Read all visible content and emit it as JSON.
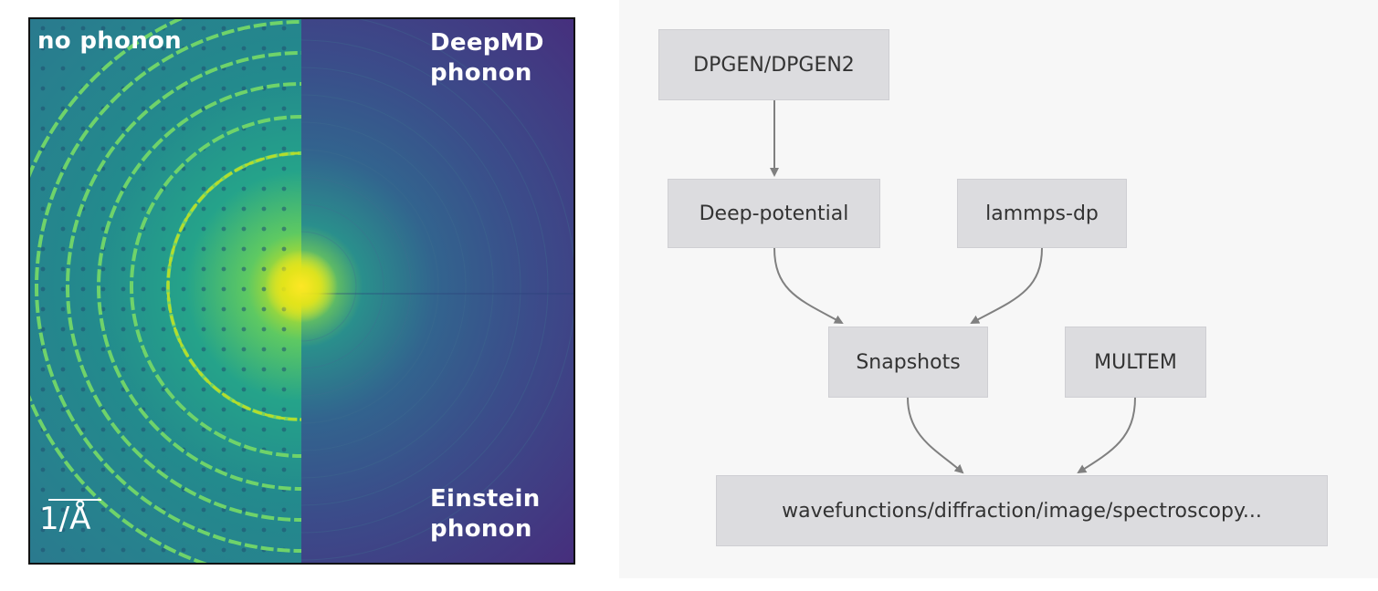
{
  "diffraction_panel": {
    "labels": {
      "no_phonon": "no phonon",
      "deepmd_phonon_line1": "DeepMD",
      "deepmd_phonon_line2": "phonon",
      "einstein_phonon_line1": "Einstein",
      "einstein_phonon_line2": "phonon"
    },
    "scale_bar": "1/Å",
    "colormap": [
      "#440154",
      "#3b528b",
      "#21918c",
      "#5ec962",
      "#fde725"
    ]
  },
  "flow_diagram": {
    "nodes": {
      "dpgen": "DPGEN/DPGEN2",
      "deep_potential": "Deep-potential",
      "lammps_dp": "lammps-dp",
      "snapshots": "Snapshots",
      "multem": "MULTEM",
      "outputs": "wavefunctions/diffraction/image/spectroscopy..."
    },
    "edges": [
      [
        "DPGEN/DPGEN2",
        "Deep-potential"
      ],
      [
        "Deep-potential",
        "Snapshots"
      ],
      [
        "lammps-dp",
        "Snapshots"
      ],
      [
        "Snapshots",
        "wavefunctions/diffraction/image/spectroscopy..."
      ],
      [
        "MULTEM",
        "wavefunctions/diffraction/image/spectroscopy..."
      ]
    ],
    "colors": {
      "background": "#f7f7f7",
      "node_fill": "#dcdcdf",
      "edge": "#808080",
      "text": "#333333"
    }
  }
}
